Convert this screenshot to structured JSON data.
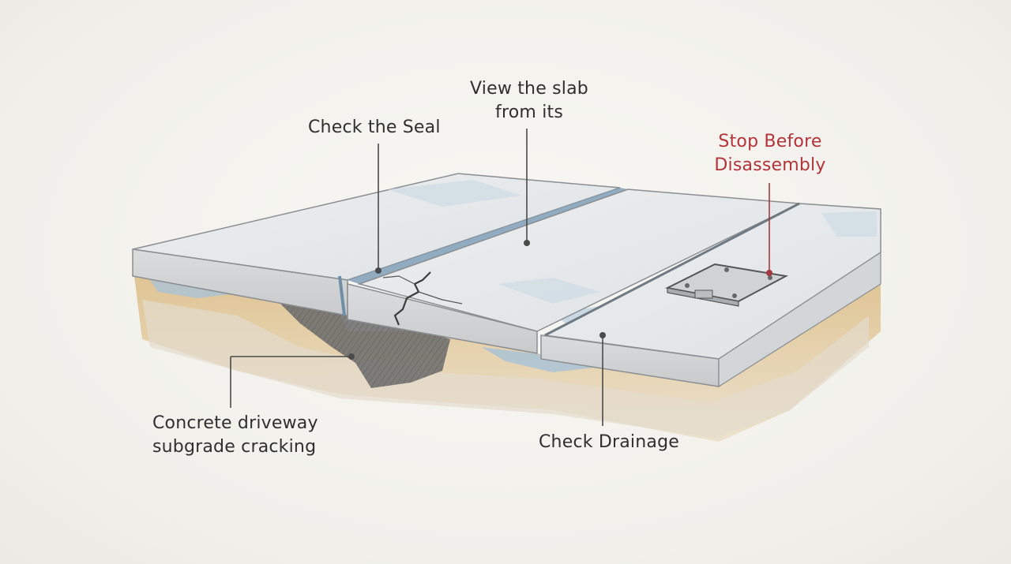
{
  "diagram": {
    "labels": {
      "view_slab": "View the slab\nfrom its",
      "check_seal": "Check the Seal",
      "stop_before": "Stop Before\nDisassembly",
      "subgrade_cracking": "Concrete driveway\nsubgrade cracking",
      "check_drainage": "Check Drainage"
    },
    "colors": {
      "text": "#2f2f2f",
      "warning_text": "#b3333a",
      "leader_line": "#4a4a4a",
      "warning_leader": "#a33a3f",
      "concrete": "#e6e8ea",
      "soil": "#d9b576",
      "water": "#a9c3d6"
    }
  }
}
